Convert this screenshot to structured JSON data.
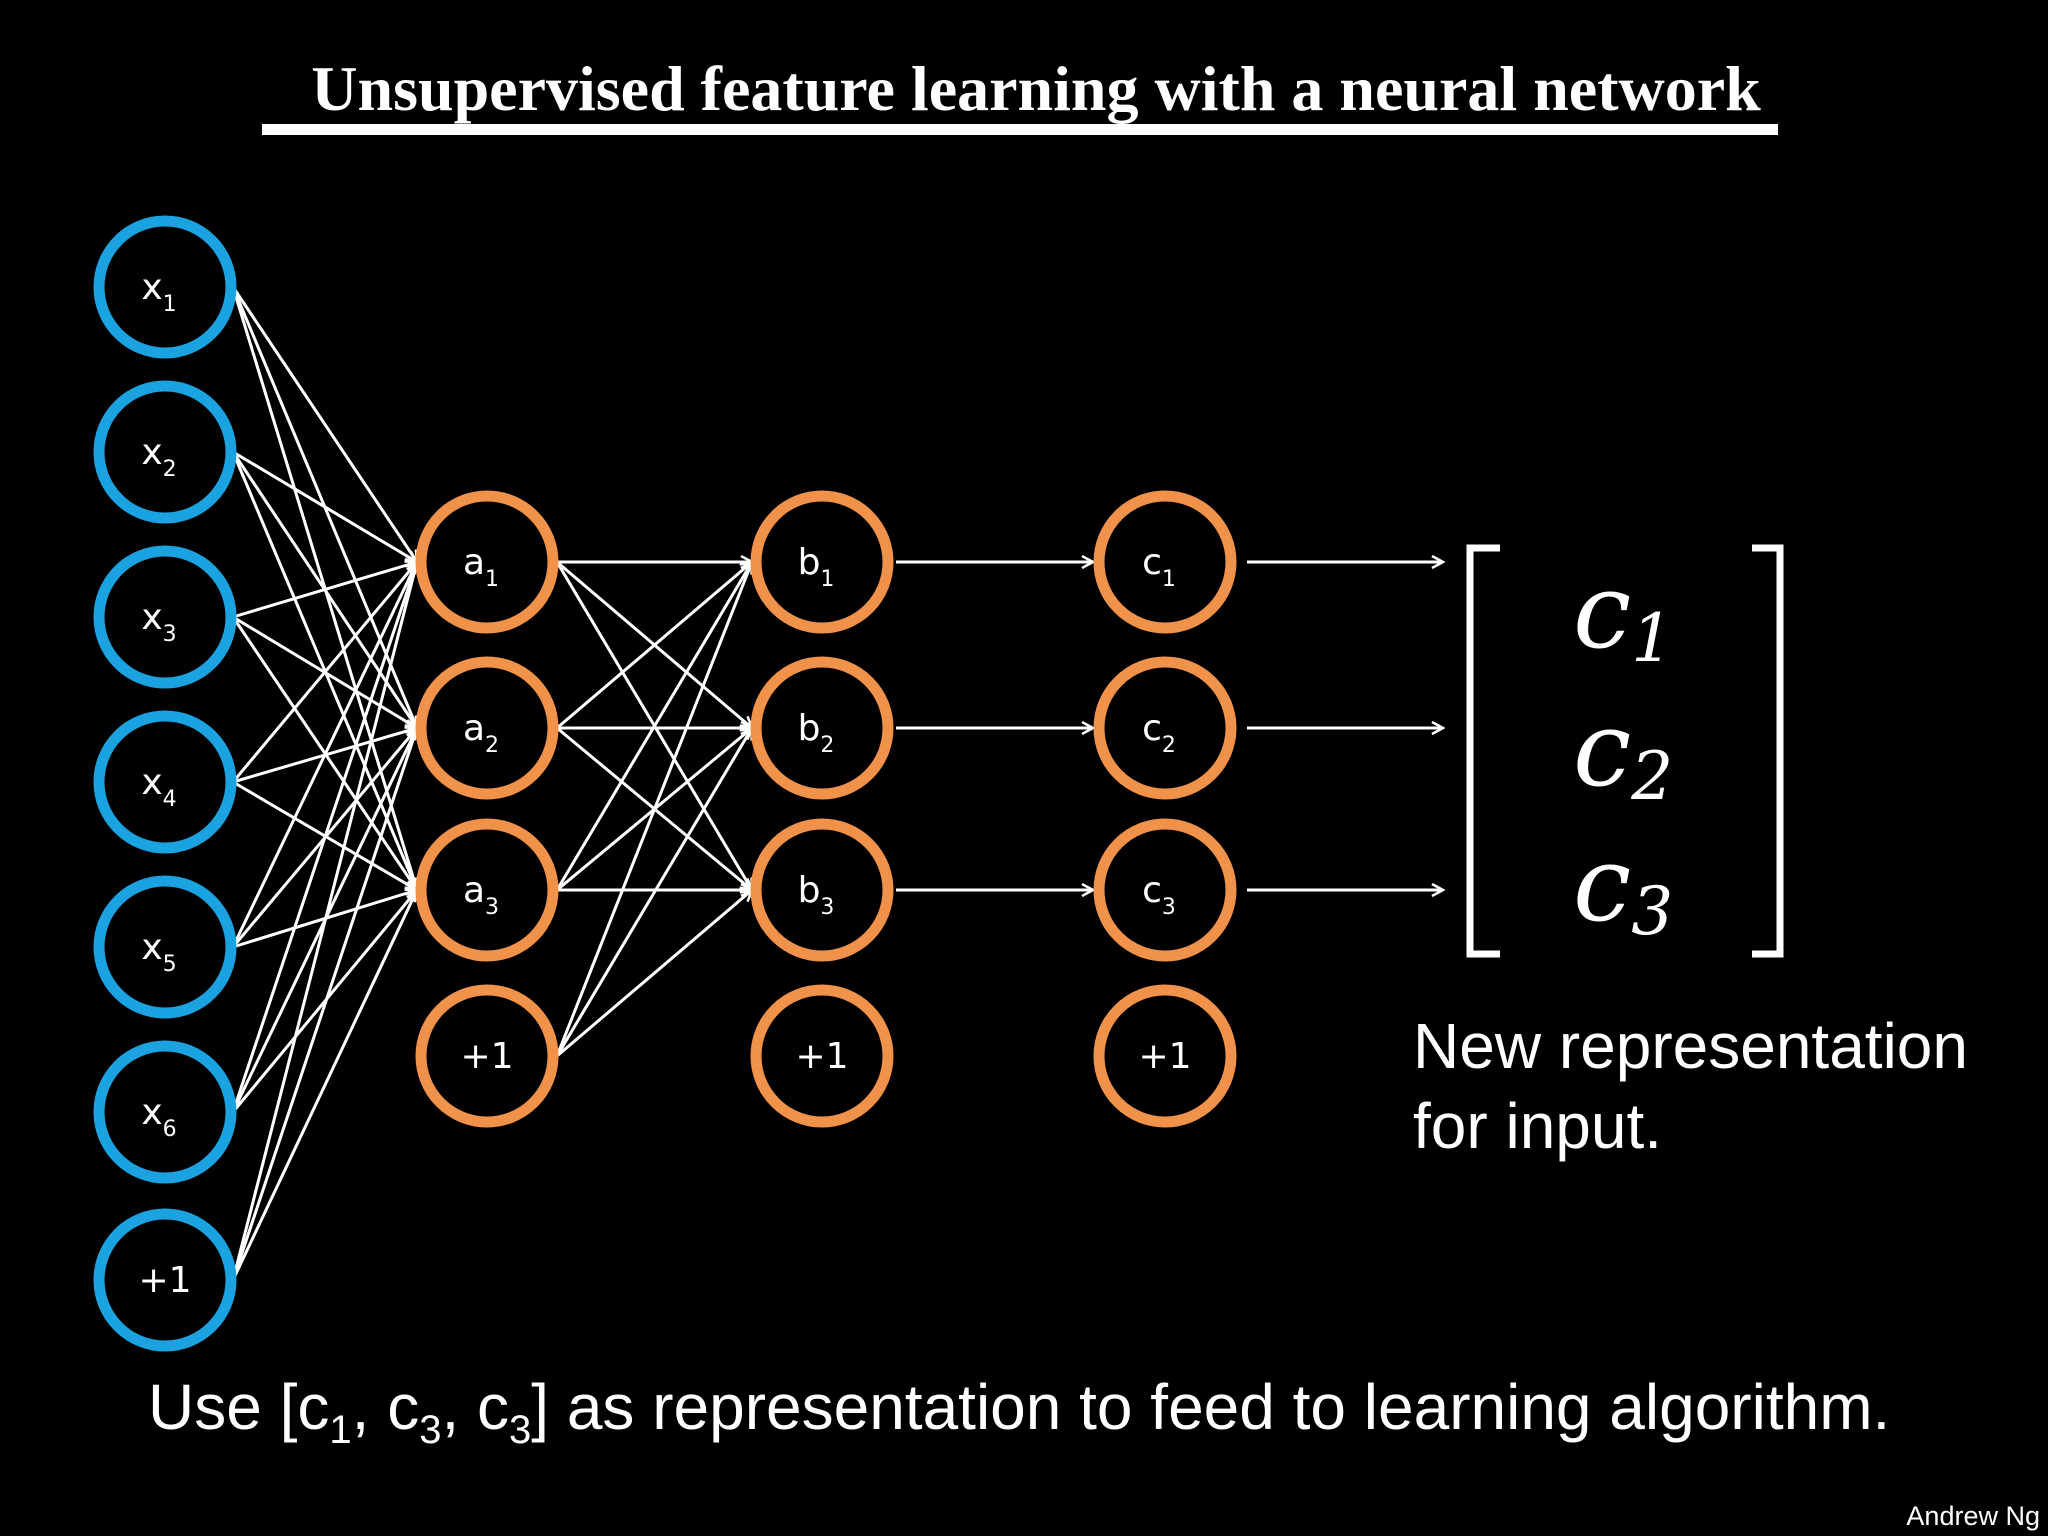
{
  "title": "Unsupervised feature learning with a neural network",
  "colors": {
    "background": "#000000",
    "input_node": "#1aa3e0",
    "hidden_node": "#f0924a",
    "edge": "#ffffff"
  },
  "layers": {
    "input": [
      {
        "label": "x",
        "sub": "1"
      },
      {
        "label": "x",
        "sub": "2"
      },
      {
        "label": "x",
        "sub": "3"
      },
      {
        "label": "x",
        "sub": "4"
      },
      {
        "label": "x",
        "sub": "5"
      },
      {
        "label": "x",
        "sub": "6"
      },
      {
        "label": "+1",
        "sub": ""
      }
    ],
    "a": [
      {
        "label": "a",
        "sub": "1"
      },
      {
        "label": "a",
        "sub": "2"
      },
      {
        "label": "a",
        "sub": "3"
      },
      {
        "label": "+1",
        "sub": ""
      }
    ],
    "b": [
      {
        "label": "b",
        "sub": "1"
      },
      {
        "label": "b",
        "sub": "2"
      },
      {
        "label": "b",
        "sub": "3"
      },
      {
        "label": "+1",
        "sub": ""
      }
    ],
    "c": [
      {
        "label": "c",
        "sub": "1"
      },
      {
        "label": "c",
        "sub": "2"
      },
      {
        "label": "c",
        "sub": "3"
      },
      {
        "label": "+1",
        "sub": ""
      }
    ]
  },
  "vector": [
    {
      "label": "c",
      "sub": "1"
    },
    {
      "label": "c",
      "sub": "2"
    },
    {
      "label": "c",
      "sub": "3"
    }
  ],
  "caption": {
    "line1": "New representation",
    "line2": "for input."
  },
  "bottom": {
    "p1": "Use [c",
    "s1": "1",
    "p2": ", c",
    "s2": "3",
    "p3": ", c",
    "s3": "3",
    "p4": "] as representation to feed to learning algorithm."
  },
  "credit": "Andrew Ng"
}
